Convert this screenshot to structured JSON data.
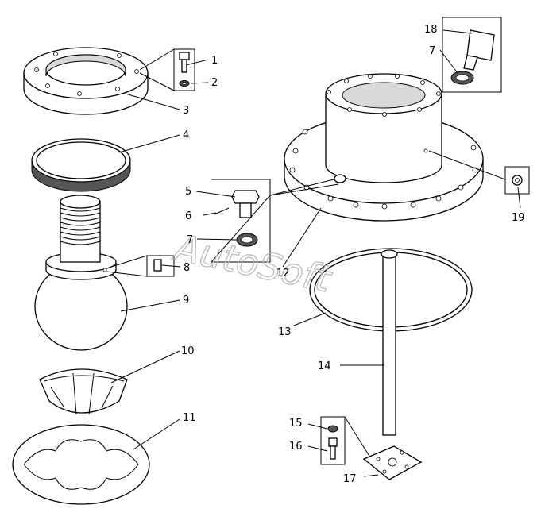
{
  "watermark": "AutoSoft",
  "callouts": [
    {
      "id": "c1",
      "label": "1"
    },
    {
      "id": "c2",
      "label": "2"
    },
    {
      "id": "c3",
      "label": "3"
    },
    {
      "id": "c4",
      "label": "4"
    },
    {
      "id": "c5",
      "label": "5"
    },
    {
      "id": "c6",
      "label": "6"
    },
    {
      "id": "c7a",
      "label": "7"
    },
    {
      "id": "c8",
      "label": "8"
    },
    {
      "id": "c9",
      "label": "9"
    },
    {
      "id": "c10",
      "label": "10"
    },
    {
      "id": "c11",
      "label": "11"
    },
    {
      "id": "c12",
      "label": "12"
    },
    {
      "id": "c13",
      "label": "13"
    },
    {
      "id": "c14",
      "label": "14"
    },
    {
      "id": "c15",
      "label": "15"
    },
    {
      "id": "c16",
      "label": "16"
    },
    {
      "id": "c17",
      "label": "17"
    },
    {
      "id": "c18",
      "label": "18"
    },
    {
      "id": "c7b",
      "label": "7"
    },
    {
      "id": "c19",
      "label": "19"
    }
  ]
}
